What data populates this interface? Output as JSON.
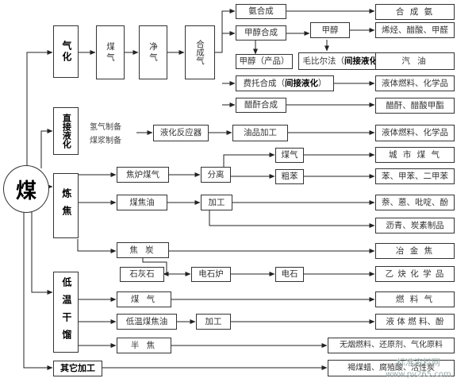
{
  "root": "煤",
  "categories": {
    "gasification": "气化",
    "direct_liquefaction": "直接液化",
    "coking": "炼焦",
    "low_temp_carbonization": "低温干馏",
    "other_processing": "其它加工"
  },
  "gasification": {
    "chain": [
      "煤",
      "气",
      "净气",
      "合成气"
    ],
    "ammonia_synthesis": "氨合成",
    "ammonia_product": "合 成 氨",
    "methanol_synthesis": "甲醇合成",
    "methanol": "甲醇",
    "methanol_derivatives": "烯烃、醋酸、甲醛",
    "methanol_product": "甲醇（产品）",
    "mobil_process": "毛比尔法（",
    "indirect_liquefaction": "间接液化",
    "close_paren": "）",
    "gasoline": "汽 油",
    "ft_synthesis": "费托合成（",
    "ft_products": "液体燃料、化学品",
    "ester_synthesis": "醋酐合成",
    "ester_products": "醋酐、醋酸甲酯"
  },
  "direct_liquefaction": {
    "hydrogen_prep": "氢气制备",
    "slurry_prep": "煤浆制备",
    "reactor": "液化反应器",
    "oil_processing": "油品加工",
    "products": "液体燃料、化学品"
  },
  "coking": {
    "coke_oven_gas": "焦炉煤气",
    "separation": "分离",
    "gas": "煤气",
    "city_gas": "城 市 煤 气",
    "crude_benzene": "粗苯",
    "benzene_products": "苯、甲苯、二甲苯",
    "coal_tar": "煤焦油",
    "processing": "加工",
    "tar_products": "萘、蒽、吡啶、酚",
    "asphalt_products": "沥青、炭素制品",
    "coke": "焦 炭",
    "metallurgical_coke": "冶 金 焦",
    "limestone": "石灰石",
    "electric_furnace": "电石炉",
    "calcium_carbide": "电石",
    "acetylene_chem": "乙 炔 化 学 品"
  },
  "low_temp_carbonization": {
    "gas": "煤 气",
    "fuel_gas": "燃 料 气",
    "low_temp_tar": "低温煤焦油",
    "processing": "加工",
    "tar_products": "液 体 燃 料、酚",
    "semi_coke": "半 焦",
    "semi_coke_products": "无烟燃料、还原剂、气化原料"
  },
  "other_processing": {
    "products": "褐煤蜡、腐殖酸、活性炭"
  },
  "watermark": {
    "line1": "标准资料网",
    "line2": "www.pv265.com"
  }
}
